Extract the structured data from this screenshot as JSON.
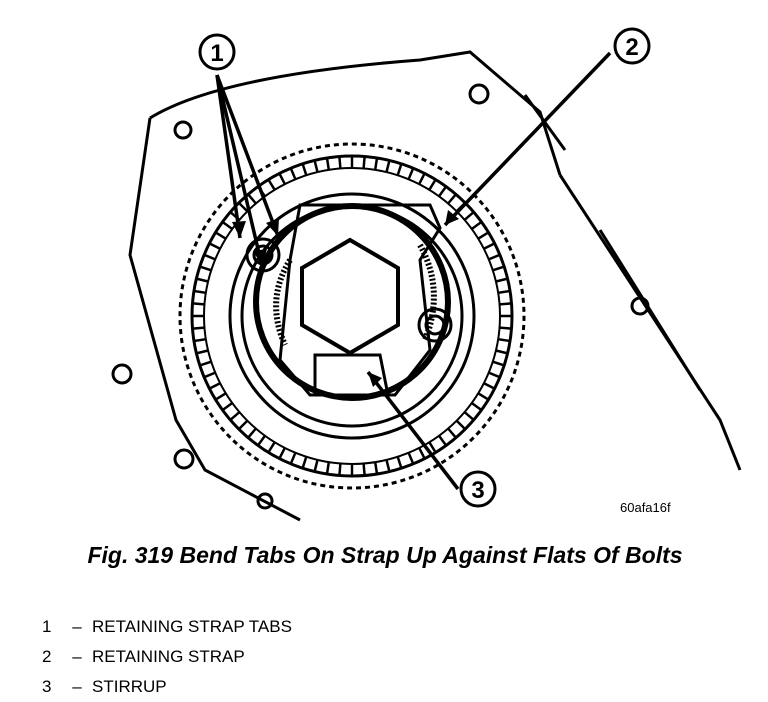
{
  "figure": {
    "image_id": "60afa16f",
    "callouts": [
      "1",
      "2",
      "3"
    ]
  },
  "caption": {
    "text": "Fig. 319 Bend Tabs On Strap Up Against Flats Of Bolts"
  },
  "legend": [
    {
      "number": "1",
      "dash": "–",
      "label": "RETAINING STRAP TABS"
    },
    {
      "number": "2",
      "dash": "–",
      "label": "RETAINING STRAP"
    },
    {
      "number": "3",
      "dash": "–",
      "label": "STIRRUP"
    }
  ]
}
